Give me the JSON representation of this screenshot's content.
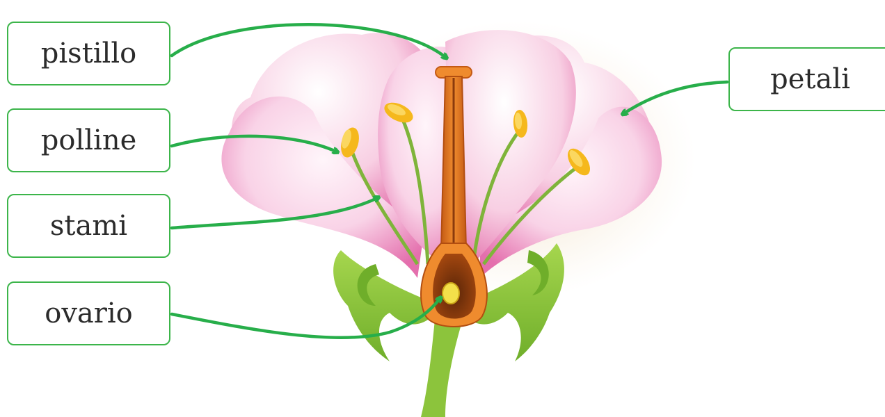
{
  "labels": {
    "pistillo": "pistillo",
    "polline": "polline",
    "stami": "stami",
    "ovario": "ovario",
    "petali": "petali"
  },
  "colors": {
    "arrow": "#27ae4a",
    "box_border": "#3cb54a",
    "petal_light": "#fbe4f0",
    "petal_dark": "#e46fad",
    "pistil": "#e0731c",
    "pollen": "#f5b81c",
    "sepal": "#8cc43c"
  }
}
